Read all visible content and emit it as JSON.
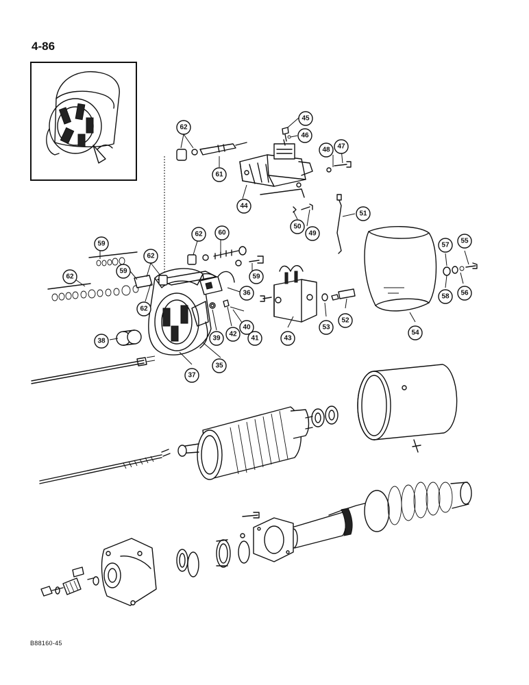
{
  "page_number": "4-86",
  "document_code": "B88160-45",
  "callouts": [
    "35",
    "36",
    "37",
    "38",
    "39",
    "40",
    "41",
    "42",
    "43",
    "44",
    "45",
    "46",
    "47",
    "48",
    "49",
    "50",
    "51",
    "52",
    "53",
    "54",
    "55",
    "56",
    "57",
    "58",
    "59",
    "59",
    "59",
    "60",
    "61",
    "62",
    "62",
    "62",
    "62",
    "62"
  ]
}
